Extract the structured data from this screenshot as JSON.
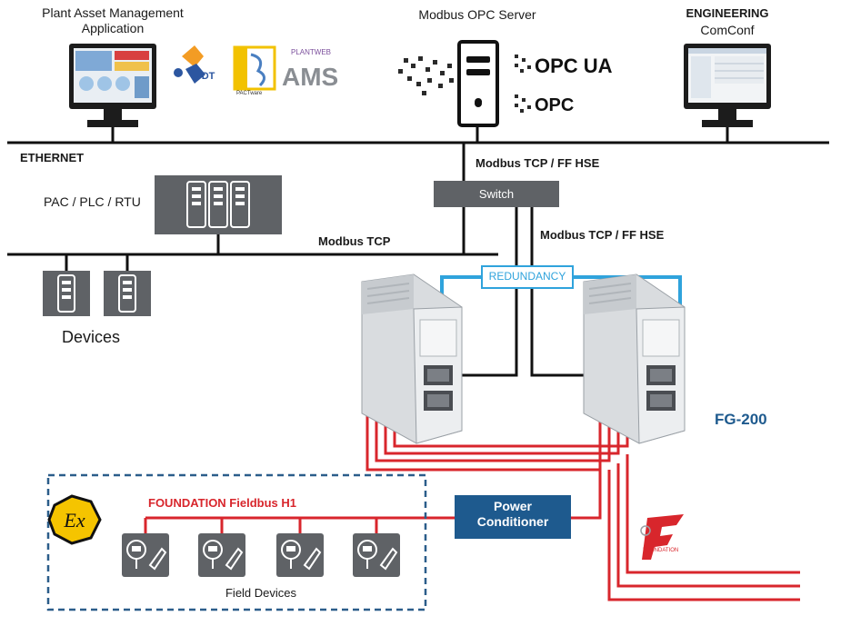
{
  "top": {
    "asset_mgmt_line1": "Plant Asset Management",
    "asset_mgmt_line2": "Application",
    "opc_server": "Modbus OPC Server",
    "engineering_line1": "ENGINEERING",
    "engineering_line2": "ComConf"
  },
  "logos": {
    "fdt": "FDT",
    "pact": "PACTware",
    "plantweb": "PLANTWEB",
    "ams": "AMS",
    "opc_ua": "OPC UA",
    "opc": "OPC",
    "foundation": "FOUNDATION"
  },
  "network": {
    "ethernet": "ETHERNET",
    "modbus_ff_top": "Modbus TCP / FF HSE",
    "switch": "Switch",
    "modbus_ff_right": "Modbus TCP / FF HSE",
    "modbus_tcp": "Modbus TCP",
    "pac": "PAC / PLC / RTU",
    "devices": "Devices",
    "redundancy": "REDUNDANCY"
  },
  "gateway": {
    "model": "FG-200"
  },
  "field": {
    "bus_label": "FOUNDATION Fieldbus H1",
    "power_line1": "Power",
    "power_line2": "Conditioner",
    "field_devices": "Field Devices",
    "ex_symbol": "Ex"
  },
  "colors": {
    "fieldbus_red": "#d8262c",
    "redundancy_blue": "#2fa3dc",
    "power_box": "#1e5a8e",
    "dashed_border": "#2b5d8a",
    "switch_gray": "#5f6266",
    "fg200_blue": "#1e5a8e",
    "ex_yellow": "#f5c400"
  }
}
